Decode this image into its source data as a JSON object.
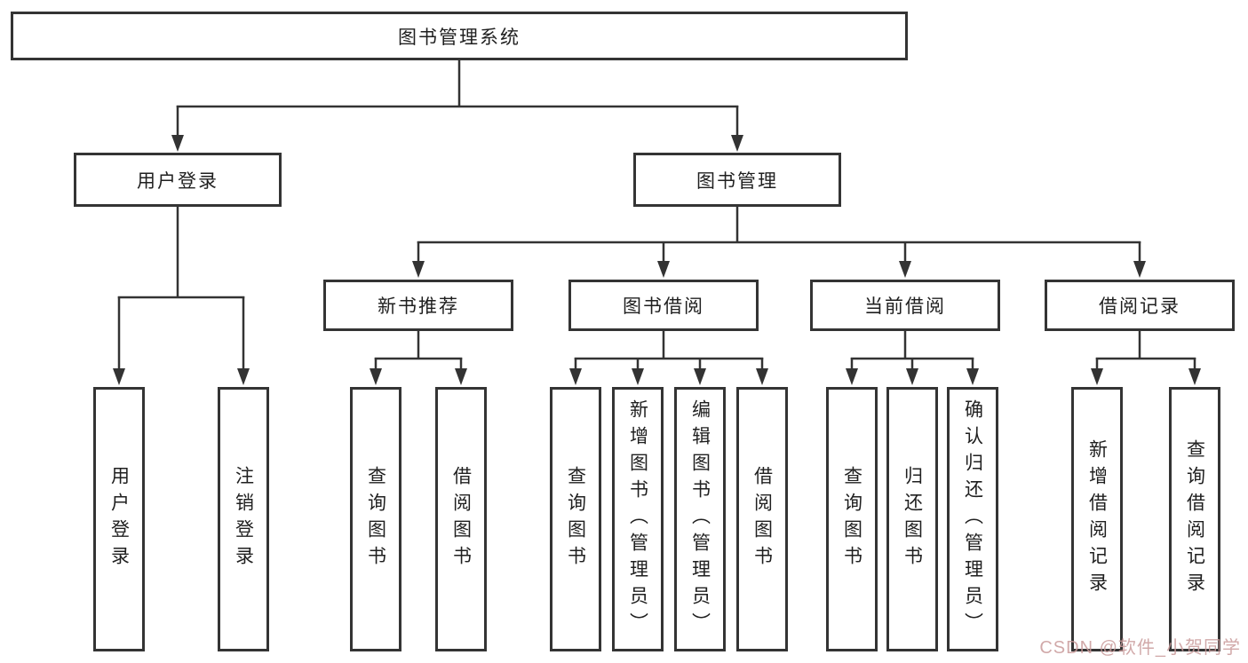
{
  "tree": {
    "label": "图书管理系统",
    "children": [
      {
        "label": "用户登录",
        "children": [
          {
            "label": "用户登录"
          },
          {
            "label": "注销登录"
          }
        ]
      },
      {
        "label": "图书管理",
        "children": [
          {
            "label": "新书推荐",
            "children": [
              {
                "label": "查询图书"
              },
              {
                "label": "借阅图书"
              }
            ]
          },
          {
            "label": "图书借阅",
            "children": [
              {
                "label": "查询图书"
              },
              {
                "label": "新增图书（管理员）"
              },
              {
                "label": "编辑图书（管理员）"
              },
              {
                "label": "借阅图书"
              }
            ]
          },
          {
            "label": "当前借阅",
            "children": [
              {
                "label": "查询图书"
              },
              {
                "label": "归还图书"
              },
              {
                "label": "确认归还（管理员）"
              }
            ]
          },
          {
            "label": "借阅记录",
            "children": [
              {
                "label": "新增借阅记录"
              },
              {
                "label": "查询借阅记录"
              }
            ]
          }
        ]
      }
    ]
  },
  "watermark": "CSDN @软件_小贺同学",
  "colors": {
    "line": "#333333",
    "border": "#343434",
    "watermark": "#c99a9a"
  }
}
